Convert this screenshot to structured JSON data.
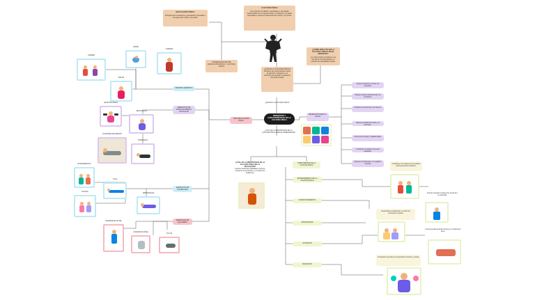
{
  "center": {
    "title": "¿QUÉ ES LA CULTURA FÍSICA?",
    "dark_label": "BENEFICIOS Y CARACTERÍSTICAS DE LA CULTURA FÍSICA",
    "importance": "¿CUÁL ES LA IMPORTANCIA DE LA CULTURA FÍSICA PARA EL APRENDIZAJE?"
  },
  "top": {
    "edu_title": "EDUCACIÓN FÍSICA",
    "edu_text": "Disciplina de enseñanza y ejercitación orientada a la mejora del cuerpo y la salud.",
    "cult_title": "CULTURA FÍSICA",
    "cult_text": "Es conjunto de hábitos, actividades y conductas relacionadas con el ejercicio físico, el deporte y la salud, orientadas a mejorar el bienestar del cuerpo y la mente.",
    "diff_label": "DIFERENCIAS ENTRE EDUCACIÓN FÍSICA Y CULTURA FÍSICA",
    "sport_title": "¿CÓMO INFLUYE EN LA CULTURA FÍSICA EN EL DEPORTE?",
    "sport_text": "La cultura física contribuye a la formación de deportistas y la práctica de actividades físicas.",
    "what_text": "¿QUÉ ES LA CULTURA FÍSICA? Conjunto de conocimientos sobre el ejercicio, la higiene y la nutrición que ayudan a mantener una buena salud."
  },
  "left": {
    "types_label": "TIPOS DE CULTURA FÍSICA",
    "branch_sky": "DEPORTE AERÓBICO",
    "branch_lav": "EJERCICIOS DE FORTALECIMIENTO MUSCULAR",
    "branch_sky2": "EJERCICIOS DE FLEXIBILIDAD",
    "branch_pink": "EJERCICIOS DE EQUILIBRIO",
    "cards": {
      "swim": "NADAR",
      "correr": "CORRER",
      "caminar": "CAMINAR",
      "bailar": "BAILAR",
      "pesas": "LEVANTAR PESAS",
      "sentadillas": "SENTADILLAS",
      "flexiones": "FLEXIONES DE PIERNAS",
      "dominadas": "DOMINADAS",
      "estiramiento": "ESTIRAMIENTOS",
      "yoga": "YOGA",
      "pilates": "PILATES",
      "abdominales": "ABDOMINALES",
      "pararse": "PARARSE EN UN PIE",
      "caminar_linea": "CAMINAR EN LÍNEA",
      "tai": "TAI CHI"
    }
  },
  "right": {
    "benefits_label": "BENEFICIOS PARA LA SALUD",
    "benefits": [
      "Ayuda a disminuir el estrés y la ansiedad.",
      "Mejora la salud cardiovascular y la circulación.",
      "Fortalece los músculos y los huesos.",
      "Mejora la calidad del sueño y el descanso.",
      "Aumenta la energía y vitalidad diaria.",
      "Contribuye a mantener un peso saludable.",
      "Mejora la coordinación y el equilibrio corporal."
    ],
    "lower_left_title": "¿CUÁL ES LA IMPORTANCIA DE LA CULTURA FÍSICA EN LA EDUCACIÓN?",
    "lower_left_text": "Ayuda a desarrollar habilidades motrices, mejora la concentración y el rendimiento académico.",
    "components_label": "COMPONENTES DE LA CULTURA FÍSICA",
    "components": [
      "ENTRENAMIENTO DE LA CULTURA FÍSICA",
      "CONDICIONAMIENTO",
      "PSICOMOTRIZ",
      "NUTRICIÓN",
      "DESCANSO"
    ],
    "notes": [
      "Contribuye a la mejora de la condición física general del individuo.",
      "Permite mejorar la resistencia, la fuerza y la velocidad.",
      "Desarrolla la coordinación y control del movimiento corporal.",
      "Una buena alimentación favorece el rendimiento físico.",
      "El descanso permite la recuperación muscular y mental."
    ]
  },
  "colors": {
    "tan": "#f1cfae",
    "pink": "#f6c3c9",
    "lavender": "#e2d4f3",
    "sky": "#cdeef6",
    "lime": "#eef6cf",
    "dark": "#1c1c1c",
    "line": "#555555"
  }
}
